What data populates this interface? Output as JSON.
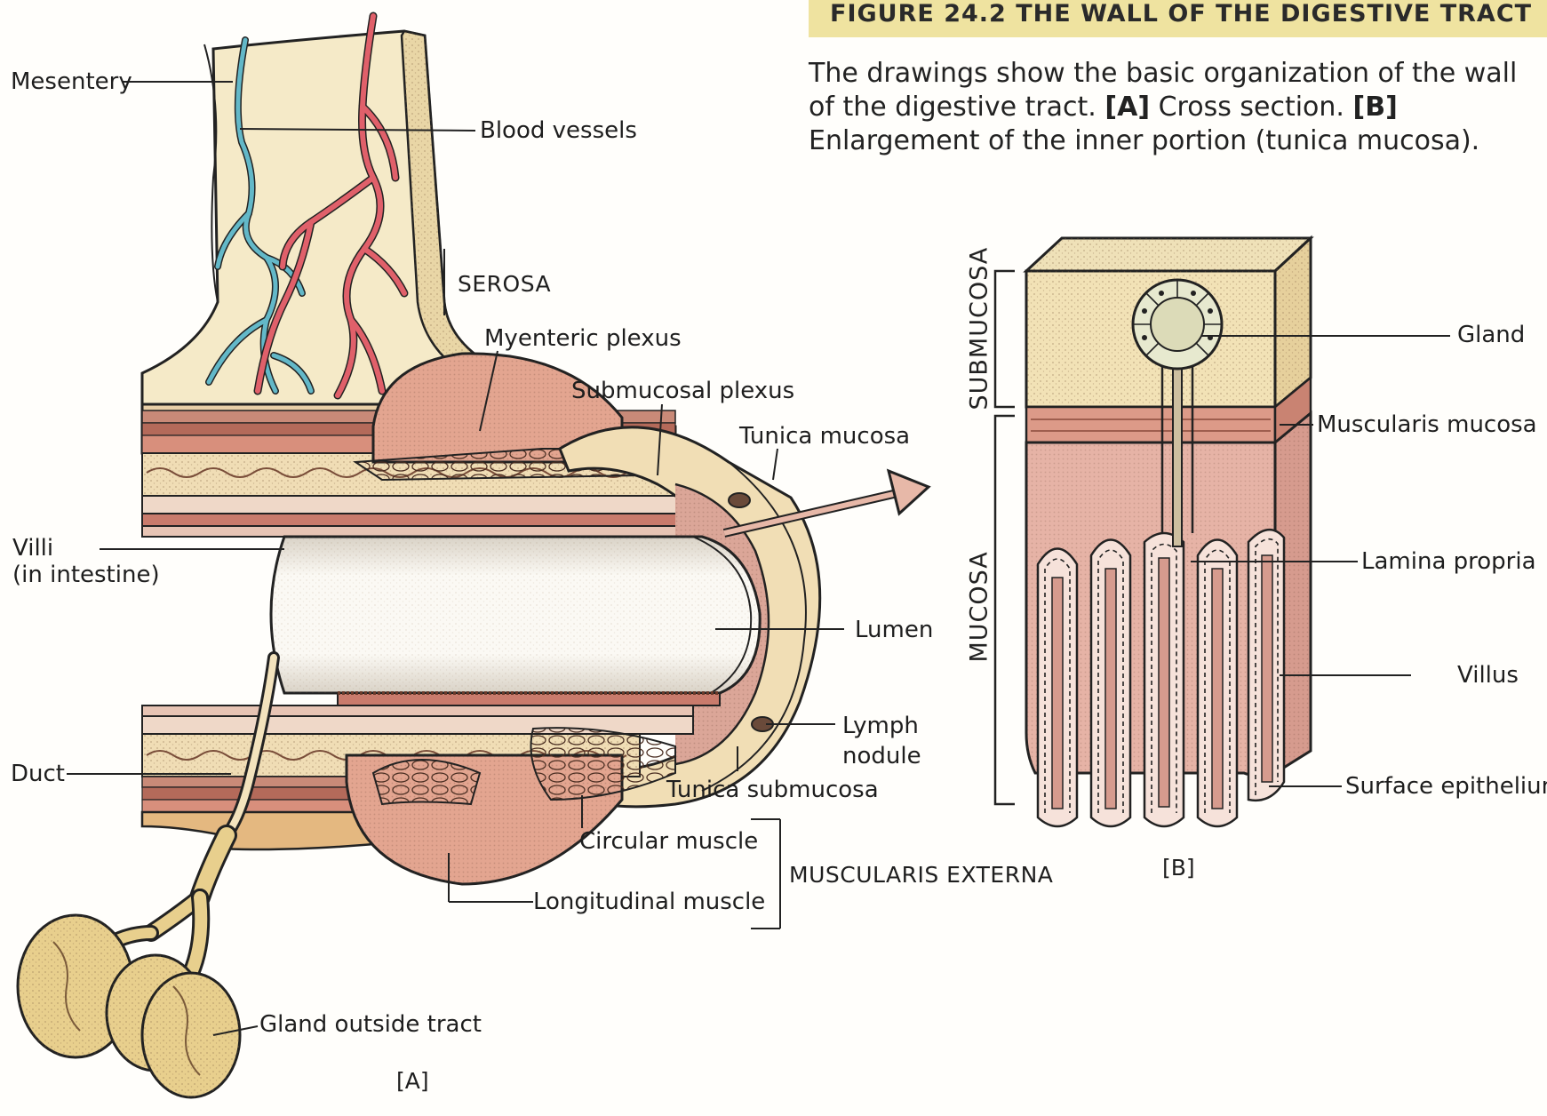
{
  "figure": {
    "title": "FIGURE 24.2  THE WALL OF THE DIGESTIVE TRACT",
    "caption": {
      "intro": "The drawings show the basic organization of the wall of the digestive tract.",
      "a_tag": "[A]",
      "a_text": "Cross section.",
      "b_tag": "[B]",
      "b_text": "Enlargement of the inner portion (tunica mucosa)."
    }
  },
  "panel_a": {
    "tag": "[A]",
    "labels": {
      "mesentery": "Mesentery",
      "blood_vessels": "Blood vessels",
      "serosa": "SEROSA",
      "myenteric_plexus": "Myenteric plexus",
      "submucosal_plexus": "Submucosal plexus",
      "tunica_mucosa": "Tunica mucosa",
      "villi": "Villi\n(in intestine)",
      "lumen": "Lumen",
      "lymph_nodule": "Lymph\nnodule",
      "duct": "Duct",
      "tunica_submucosa": "Tunica submucosa",
      "circular_muscle": "Circular muscle",
      "longitudinal_muscle": "Longitudinal muscle",
      "muscularis_externa": "MUSCULARIS EXTERNA",
      "gland_outside_tract": "Gland outside tract"
    }
  },
  "panel_b": {
    "tag": "[B]",
    "labels": {
      "submucosa": "SUBMUCOSA",
      "mucosa": "MUCOSA",
      "gland": "Gland",
      "muscularis_mucosa": "Muscularis mucosa",
      "lamina_propria": "Lamina propria",
      "villus": "Villus",
      "surface_epithelium": "Surface epithelium"
    }
  },
  "colors": {
    "header_band": "#efe3a0",
    "muscle": "#d98e7a",
    "tissue_cream": "#f3e3bd",
    "artery": "#e0606a",
    "vein": "#63b8c8",
    "gland": "#e8cf8d",
    "mucosa_pink": "#e6b3a6"
  }
}
